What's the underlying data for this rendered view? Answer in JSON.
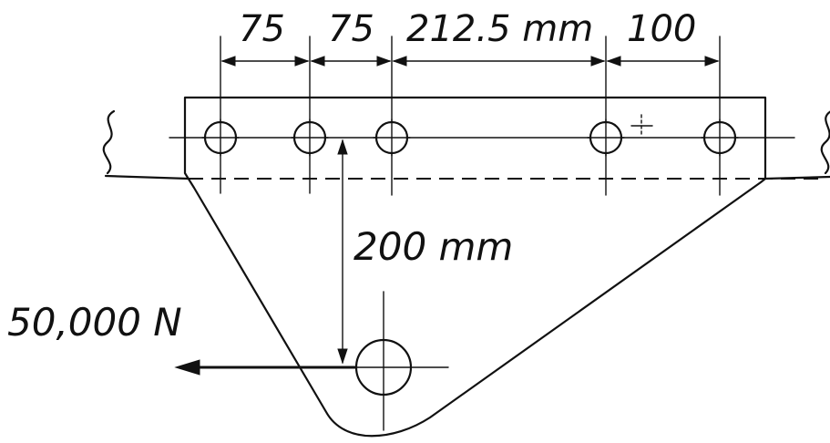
{
  "dimensions": {
    "spacing_1": "75",
    "spacing_2": "75",
    "spacing_3": "212.5 mm",
    "spacing_4": "100",
    "offset": "200 mm"
  },
  "load": {
    "force": "50,000 N"
  },
  "colors": {
    "ink": "#111111",
    "paper": "#ffffff"
  }
}
